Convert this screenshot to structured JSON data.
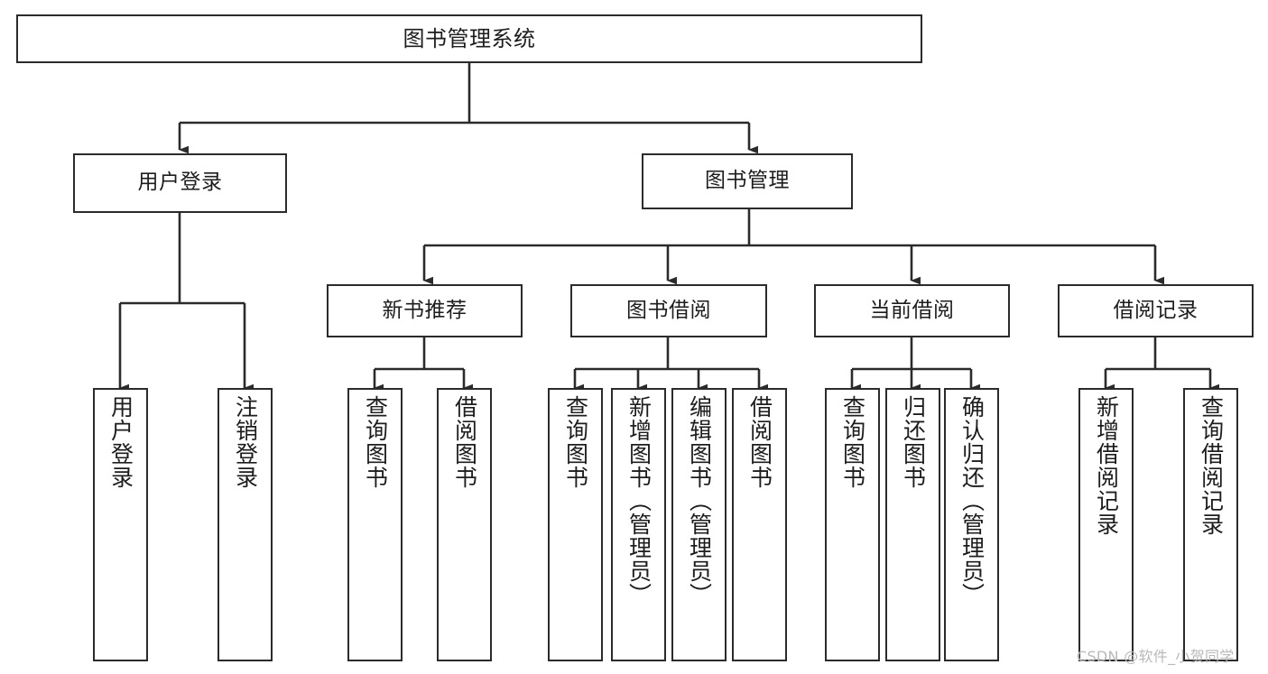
{
  "diagram": {
    "title": "图书管理系统",
    "type": "hierarchy-tree",
    "watermark": "CSDN @软件_小贺同学",
    "colors": {
      "background": "#ffffff",
      "stroke": "#2b2b2b",
      "text": "#1d1d1d",
      "watermark": "#b9b9b9"
    },
    "root": {
      "label": "图书管理系统"
    },
    "level2": [
      {
        "label": "用户登录"
      },
      {
        "label": "图书管理"
      }
    ],
    "level3": [
      {
        "label": "新书推荐"
      },
      {
        "label": "图书借阅"
      },
      {
        "label": "当前借阅"
      },
      {
        "label": "借阅记录"
      }
    ],
    "leaves": {
      "user_login": [
        {
          "label": "用户登录"
        },
        {
          "label": "注销登录"
        }
      ],
      "new_book_recommend": [
        {
          "label": "查询图书"
        },
        {
          "label": "借阅图书"
        }
      ],
      "book_borrow": [
        {
          "label": "查询图书"
        },
        {
          "label": "新增图书（管理员）"
        },
        {
          "label": "编辑图书（管理员）"
        },
        {
          "label": "借阅图书"
        }
      ],
      "current_borrow": [
        {
          "label": "查询图书"
        },
        {
          "label": "归还图书"
        },
        {
          "label": "确认归还（管理员）"
        }
      ],
      "borrow_record": [
        {
          "label": "新增借阅记录"
        },
        {
          "label": "查询借阅记录"
        }
      ]
    }
  }
}
